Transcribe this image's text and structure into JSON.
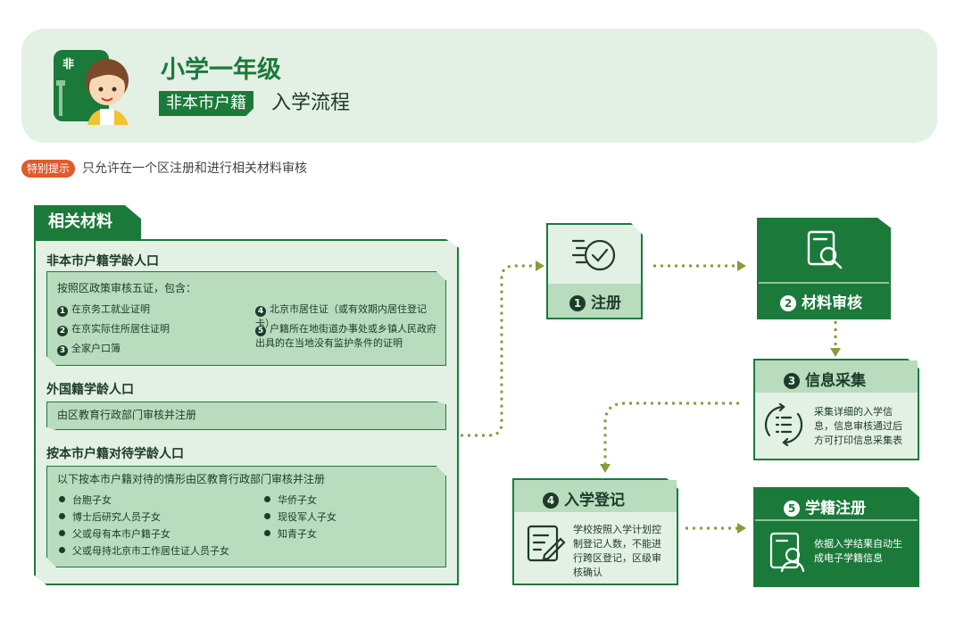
{
  "header": {
    "avatar_label": "非",
    "title": "小学一年级",
    "subtitle_badge": "非本市户籍",
    "subtitle_rest": "入学流程"
  },
  "tip": {
    "badge": "特别提示",
    "text": "只允许在一个区注册和进行相关材料审核"
  },
  "materials": {
    "tab_label": "相关材料",
    "sections": [
      {
        "title": "非本市户籍学龄人口",
        "intro": "按照区政策审核五证，包含：",
        "items_left": [
          {
            "num": "1",
            "text": "在京务工就业证明"
          },
          {
            "num": "2",
            "text": "在京实际住所居住证明"
          },
          {
            "num": "3",
            "text": "全家户口簿"
          }
        ],
        "items_right": [
          {
            "num": "4",
            "text": "北京市居住证（或有效期内居住登记卡）"
          },
          {
            "num": "5",
            "text": "户籍所在地街道办事处或乡镇人民政府出具的在当地没有监护条件的证明"
          }
        ]
      },
      {
        "title": "外国籍学龄人口",
        "text": "由区教育行政部门审核并注册"
      },
      {
        "title": "按本市户籍对待学龄人口",
        "intro": "以下按本市户籍对待的情形由区教育行政部门审核并注册",
        "items_left": [
          "台胞子女",
          "博士后研究人员子女",
          "父或母有本市户籍子女",
          "父或母持北京市工作居住证人员子女"
        ],
        "items_right": [
          "华侨子女",
          "现役军人子女",
          "知青子女"
        ]
      }
    ]
  },
  "steps": [
    {
      "num": "1",
      "label": "注册",
      "icon": "register-check-icon"
    },
    {
      "num": "2",
      "label": "材料审核",
      "icon": "document-search-icon"
    },
    {
      "num": "3",
      "label": "信息采集",
      "text": "采集详细的入学信息，信息审核通过后方可打印信息采集表",
      "icon": "cycle-list-icon"
    },
    {
      "num": "4",
      "label": "入学登记",
      "text": "学校按照入学计划控制登记人数，不能进行跨区登记，区级审核确认",
      "icon": "form-pen-icon"
    },
    {
      "num": "5",
      "label": "学籍注册",
      "text": "依据入学结果自动生成电子学籍信息",
      "icon": "student-profile-icon"
    }
  ],
  "colors": {
    "primary": "#1b7a3a",
    "light": "#e3f0e4",
    "mid": "#b8dcbd",
    "accent": "#e05a2b",
    "arrow": "#8a9a3a"
  }
}
